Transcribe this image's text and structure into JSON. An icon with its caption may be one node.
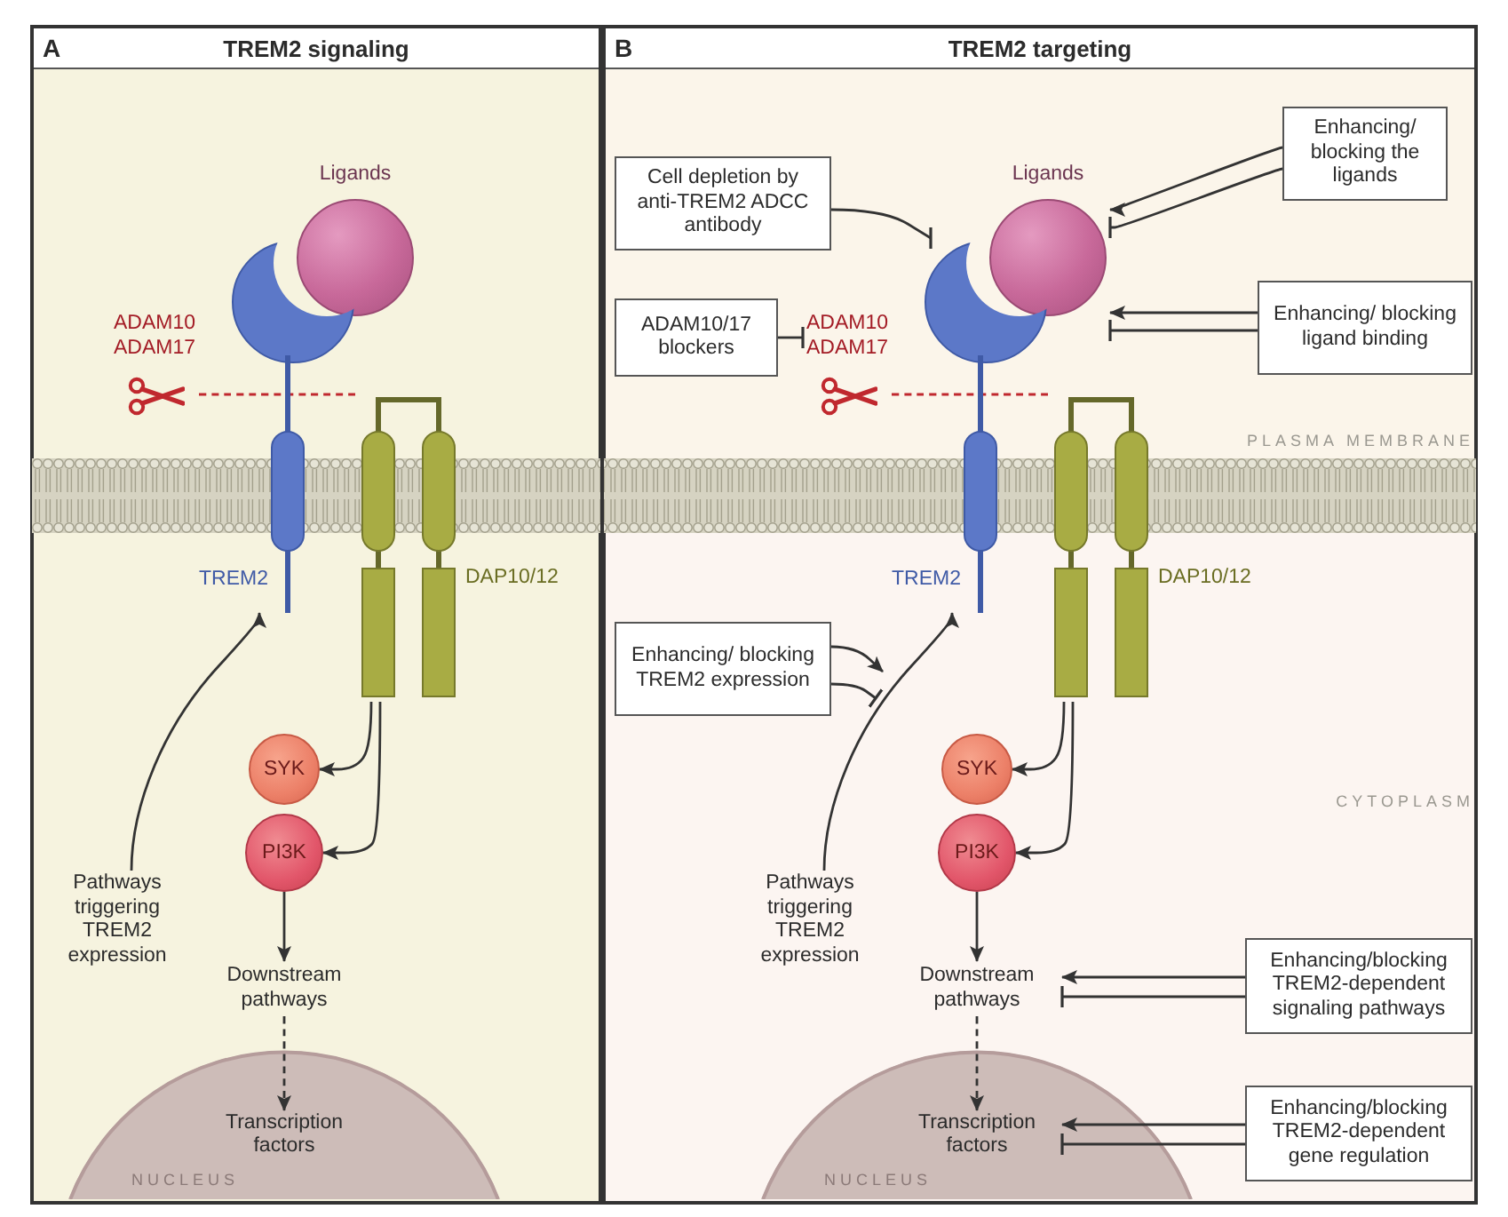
{
  "diagram": {
    "nodes": [
      {
        "text": [
          "A",
          "TREM2 signaling"
        ]
      },
      {
        "text": [
          "Ligands"
        ],
        "in": 0
      },
      {
        "text": [
          "TREM2"
        ],
        "in": 0
      },
      {
        "text": [
          "DAP10/12"
        ],
        "in": 0
      },
      {
        "text": [
          "ADAM10",
          "ADAM17"
        ],
        "in": 0
      },
      {
        "text": [
          "SYK"
        ],
        "in": 0
      },
      {
        "text": [
          "PI3K"
        ],
        "in": 0
      },
      {
        "text": [
          "Pathways triggering TREM2 expression"
        ],
        "in": 0
      },
      {
        "text": [
          "Downstream pathways"
        ],
        "in": 0
      },
      {
        "text": [
          "NUCLEUS"
        ],
        "in": 0
      },
      {
        "text": [
          "Transcription factors"
        ],
        "in": 9
      },
      {
        "text": [
          "B",
          "TREM2 targeting"
        ]
      },
      {
        "text": [
          "Ligands"
        ],
        "in": 11
      },
      {
        "text": [
          "TREM2"
        ],
        "in": 11
      },
      {
        "text": [
          "DAP10/12"
        ],
        "in": 11
      },
      {
        "text": [
          "ADAM10",
          "ADAM17"
        ],
        "in": 11
      },
      {
        "text": [
          "SYK"
        ],
        "in": 11
      },
      {
        "text": [
          "PI3K"
        ],
        "in": 11
      },
      {
        "text": [
          "Pathways triggering TREM2 expression"
        ],
        "in": 11
      },
      {
        "text": [
          "Downstream pathways"
        ],
        "in": 11
      },
      {
        "text": [
          "NUCLEUS"
        ],
        "in": 11
      },
      {
        "text": [
          "Transcription factors"
        ],
        "in": 20
      },
      {
        "text": [
          "Cell depletion by anti-TREM2 ADCC antibody"
        ],
        "in": 11
      },
      {
        "text": [
          "Enhancing/ blocking the ligands"
        ],
        "in": 11
      },
      {
        "text": [
          "ADAM10/17 blockers"
        ],
        "in": 11
      },
      {
        "text": [
          "Enhancing/ blocking ligand binding"
        ],
        "in": 11
      },
      {
        "text": [
          "Enhancing/ blocking TREM2 expression"
        ],
        "in": 11
      },
      {
        "text": [
          "Enhancing/blocking TREM2-dependent signaling pathways"
        ],
        "in": 11
      },
      {
        "text": [
          "Enhancing/blocking TREM2-dependent gene regulation"
        ],
        "in": 11
      }
    ],
    "edges": [
      {
        "from": 3,
        "to": 5,
        "arrow": "to"
      },
      {
        "from": 3,
        "to": 6,
        "arrow": "to"
      },
      {
        "from": 6,
        "to": 8,
        "arrow": "to"
      },
      {
        "from": 8,
        "to": 10,
        "arrow": "to",
        "style": "dashed"
      },
      {
        "from": 7,
        "to": 2,
        "arrow": "to"
      },
      {
        "from": 14,
        "to": 16,
        "arrow": "to"
      },
      {
        "from": 14,
        "to": 17,
        "arrow": "to"
      },
      {
        "from": 17,
        "to": 19,
        "arrow": "to"
      },
      {
        "from": 19,
        "to": 21,
        "arrow": "to",
        "style": "dashed"
      },
      {
        "from": 18,
        "to": 13,
        "arrow": "to"
      },
      {
        "from": 22,
        "to": 13,
        "arrow": "other"
      },
      {
        "from": 23,
        "to": 12,
        "arrow": "to"
      },
      {
        "from": 23,
        "to": 12,
        "arrow": "other"
      },
      {
        "from": 24,
        "to": 15,
        "arrow": "other"
      },
      {
        "from": 25,
        "to": 12,
        "arrow": "to"
      },
      {
        "from": 25,
        "to": 12,
        "arrow": "other"
      },
      {
        "from": 26,
        "to": null,
        "arrow": "to"
      },
      {
        "from": 26,
        "to": null,
        "arrow": "other"
      },
      {
        "from": 27,
        "to": 19,
        "arrow": "to"
      },
      {
        "from": 27,
        "to": 19,
        "arrow": "other"
      },
      {
        "from": 28,
        "to": 21,
        "arrow": "to"
      },
      {
        "from": 28,
        "to": 21,
        "arrow": "other"
      },
      {
        "from": 4,
        "to": 2,
        "arrow": "none",
        "style": "dashed",
        "color": "#c0282e"
      },
      {
        "from": 15,
        "to": 13,
        "arrow": "none",
        "style": "dashed",
        "color": "#c0282e"
      }
    ],
    "labels": [
      "PLASMA MEMBRANE",
      "CYTOPLASM"
    ]
  }
}
